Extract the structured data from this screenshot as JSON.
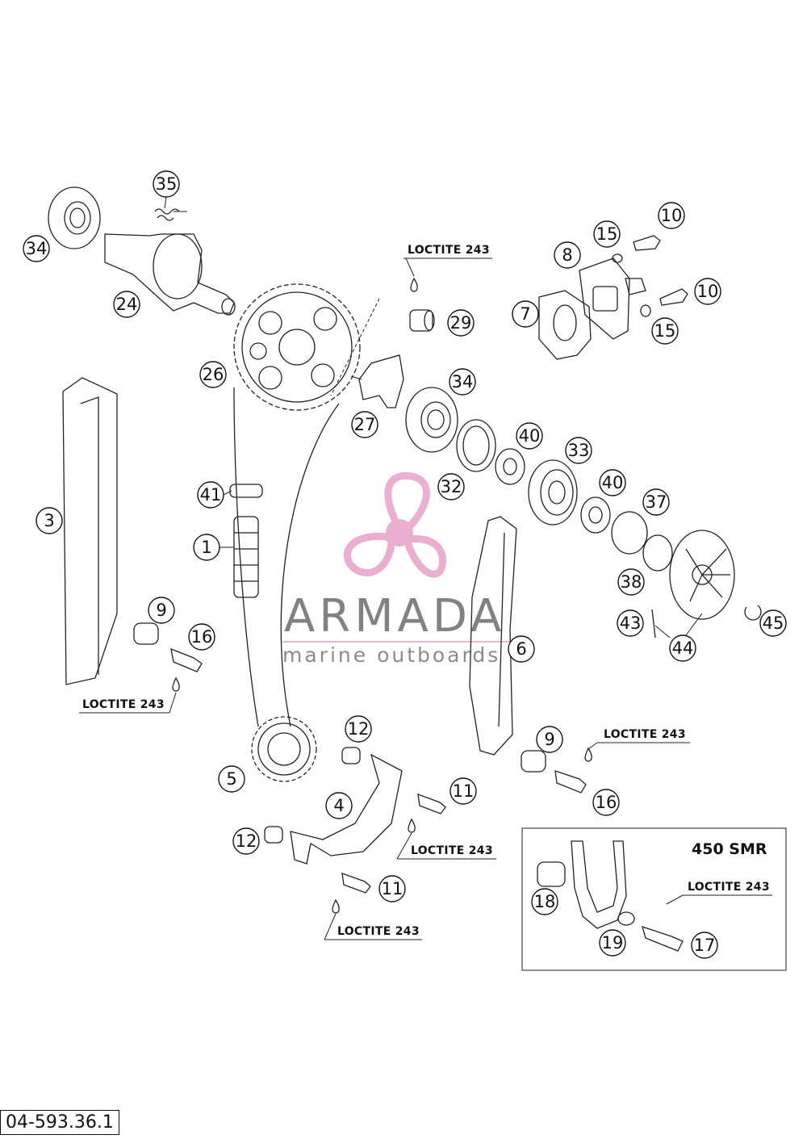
{
  "diagram": {
    "drawing_number": "04-593.36.1",
    "adhesive_label": "LOCTITE 243",
    "inset_title": "450 SMR",
    "watermark": {
      "brand": "ARMADA",
      "subtitle": "marine outboards",
      "accent_color": "#e8a6cc"
    },
    "callouts": [
      "1",
      "3",
      "4",
      "5",
      "6",
      "7",
      "8",
      "9",
      "9",
      "10",
      "10",
      "11",
      "11",
      "12",
      "12",
      "15",
      "15",
      "16",
      "16",
      "17",
      "18",
      "19",
      "24",
      "26",
      "27",
      "29",
      "32",
      "33",
      "34",
      "34",
      "35",
      "37",
      "38",
      "40",
      "40",
      "41",
      "43",
      "44",
      "45"
    ]
  }
}
